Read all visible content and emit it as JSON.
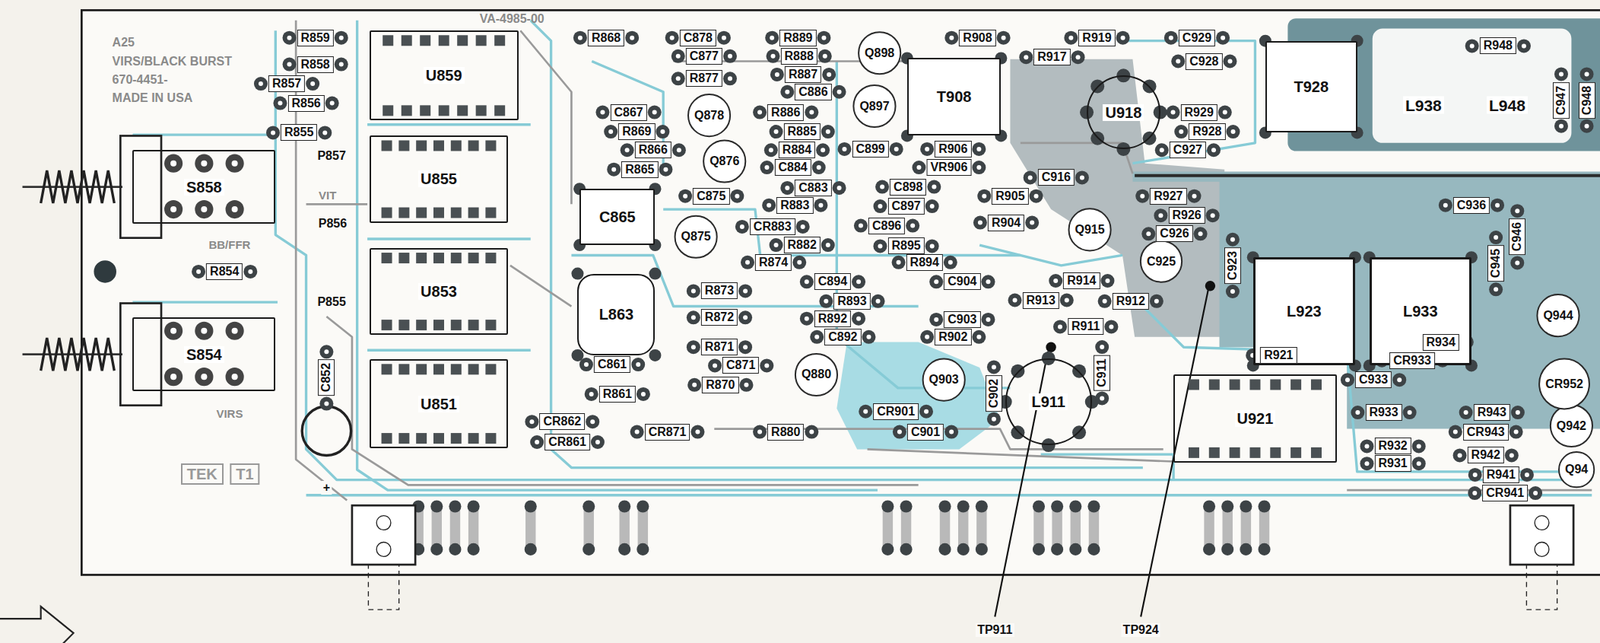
{
  "diagram": {
    "nodes": [
      {
        "text": [
          "S858"
        ]
      },
      {
        "text": [
          "S854"
        ]
      },
      {
        "text": [
          "U859"
        ]
      },
      {
        "text": [
          "U855"
        ]
      },
      {
        "text": [
          "U853"
        ]
      },
      {
        "text": [
          "U851"
        ]
      },
      {
        "text": [
          "C865"
        ]
      },
      {
        "text": [
          "L863"
        ]
      },
      {
        "text": [
          "T908"
        ]
      },
      {
        "text": [
          "U918"
        ]
      },
      {
        "text": [
          "T928"
        ]
      },
      {
        "text": [
          "L911"
        ]
      },
      {
        "text": [
          "L923"
        ]
      },
      {
        "text": [
          "L933"
        ]
      },
      {
        "text": [
          "U921"
        ]
      }
    ],
    "labels": [
      "A25",
      "VIRS/BLACK BURST",
      "670-4451-",
      "MADE IN USA",
      "VA-4985-00",
      "TEK",
      "T1",
      "VIT",
      "BB/FFR",
      "VIRS",
      "P857",
      "P856",
      "P855",
      "+",
      "TP911",
      "TP924",
      "R859",
      "R858",
      "R857",
      "R856",
      "R855",
      "R854",
      "R868",
      "C878",
      "C877",
      "R877",
      "C867",
      "R869",
      "R866",
      "R865",
      "C875",
      "CR883",
      "R889",
      "R888",
      "R887",
      "C886",
      "R886",
      "R885",
      "R884",
      "C884",
      "C883",
      "R883",
      "R882",
      "R874",
      "R873",
      "R872",
      "R871",
      "C871",
      "R870",
      "R861",
      "CR862",
      "CR861",
      "CR871",
      "R880",
      "C894",
      "R893",
      "R892",
      "C892",
      "C899",
      "R908",
      "R917",
      "R919",
      "C929",
      "C928",
      "R906",
      "VR906",
      "C898",
      "C897",
      "C896",
      "R895",
      "R894",
      "R905",
      "R904",
      "C916",
      "C904",
      "R913",
      "R914",
      "R912",
      "C903",
      "R902",
      "R911",
      "CR901",
      "C901",
      "R929",
      "R928",
      "C927",
      "R927",
      "R926",
      "C926",
      "R948",
      "C936",
      "R934",
      "CR933",
      "C933",
      "R921",
      "R933",
      "R943",
      "CR943",
      "R932",
      "R931",
      "R942",
      "R941",
      "CR941",
      "C852",
      "C902",
      "C911",
      "C923",
      "C945",
      "C946",
      "C947",
      "C948",
      "Q898",
      "Q897",
      "Q878",
      "Q876",
      "Q875",
      "Q880",
      "Q903",
      "Q915",
      "C925",
      "L938",
      "L948",
      "Q944",
      "Q942",
      "Q94",
      "CR952",
      "C861"
    ]
  }
}
